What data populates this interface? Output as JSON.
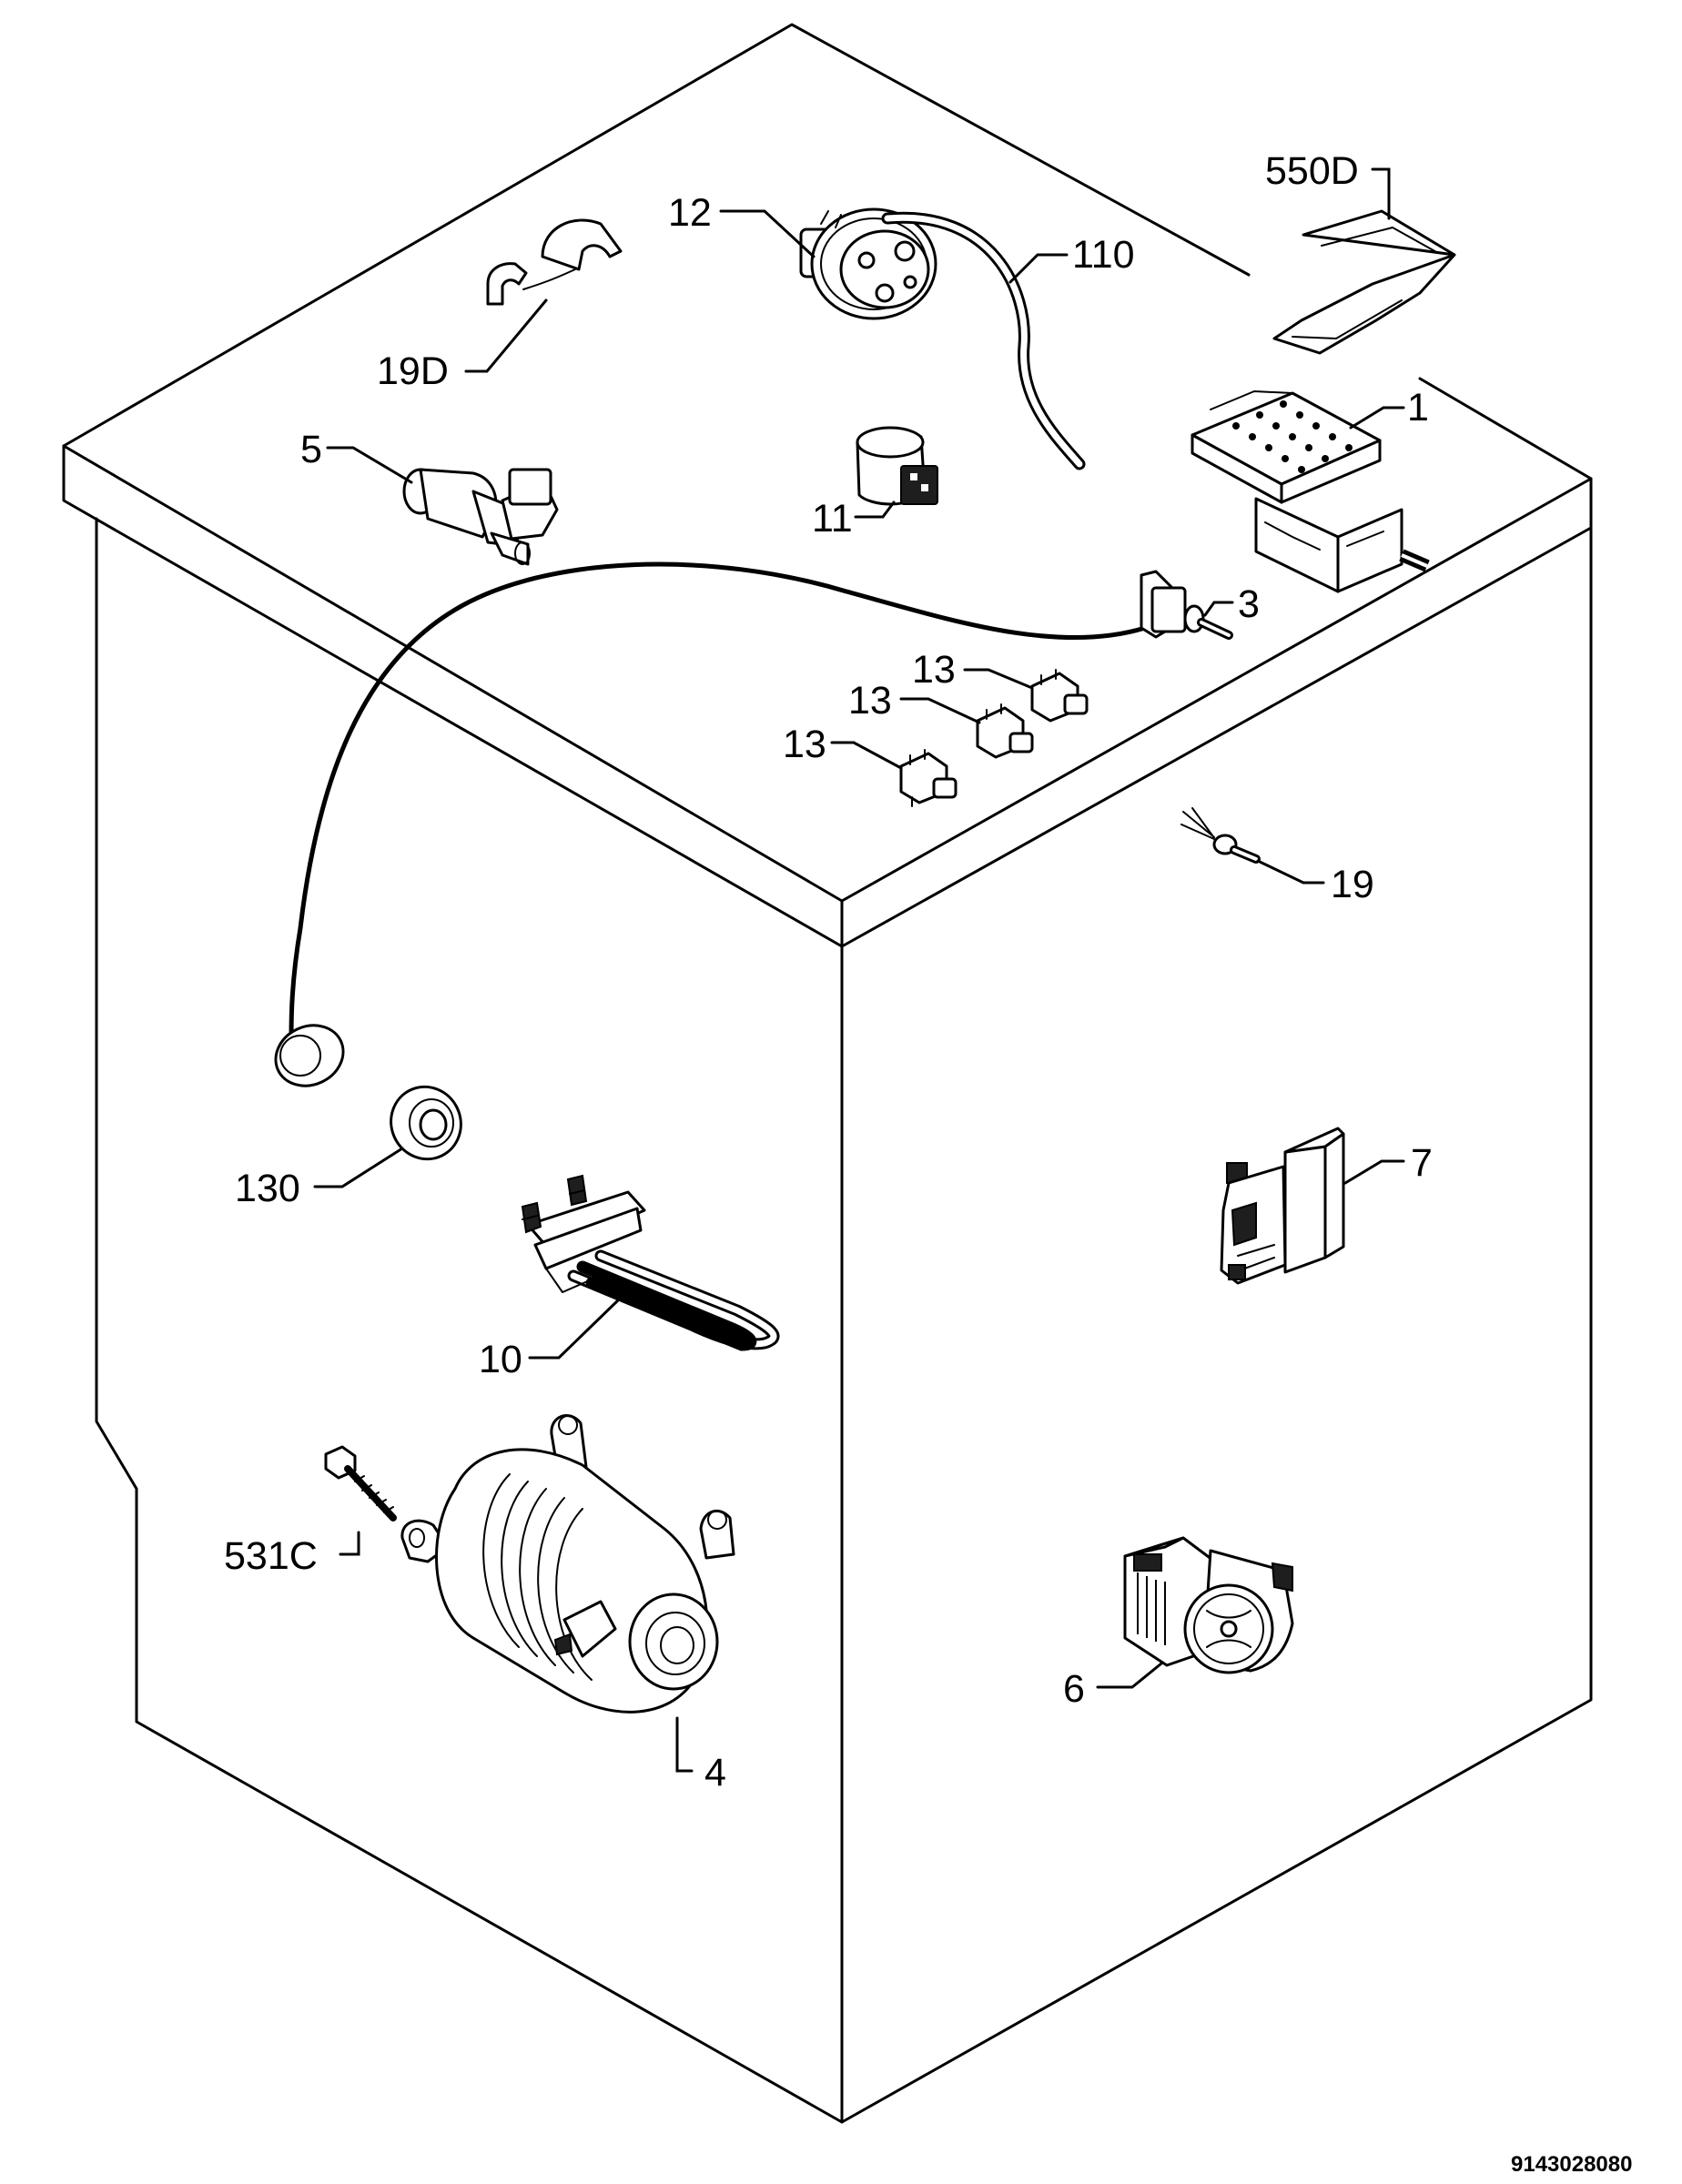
{
  "diagram": {
    "type": "exploded-parts-view",
    "document_code": "9143028080",
    "parts": [
      {
        "id": "p550D",
        "label": "550D"
      },
      {
        "id": "p12",
        "label": "12"
      },
      {
        "id": "p110",
        "label": "110"
      },
      {
        "id": "p19D",
        "label": "19D"
      },
      {
        "id": "p1",
        "label": "1"
      },
      {
        "id": "p5",
        "label": "5"
      },
      {
        "id": "p11",
        "label": "11"
      },
      {
        "id": "p3",
        "label": "3"
      },
      {
        "id": "p13a",
        "label": "13"
      },
      {
        "id": "p13b",
        "label": "13"
      },
      {
        "id": "p13c",
        "label": "13"
      },
      {
        "id": "p19",
        "label": "19"
      },
      {
        "id": "p130",
        "label": "130"
      },
      {
        "id": "p7",
        "label": "7"
      },
      {
        "id": "p10",
        "label": "10"
      },
      {
        "id": "p531C",
        "label": "531C"
      },
      {
        "id": "p6",
        "label": "6"
      },
      {
        "id": "p4",
        "label": "4"
      }
    ]
  }
}
